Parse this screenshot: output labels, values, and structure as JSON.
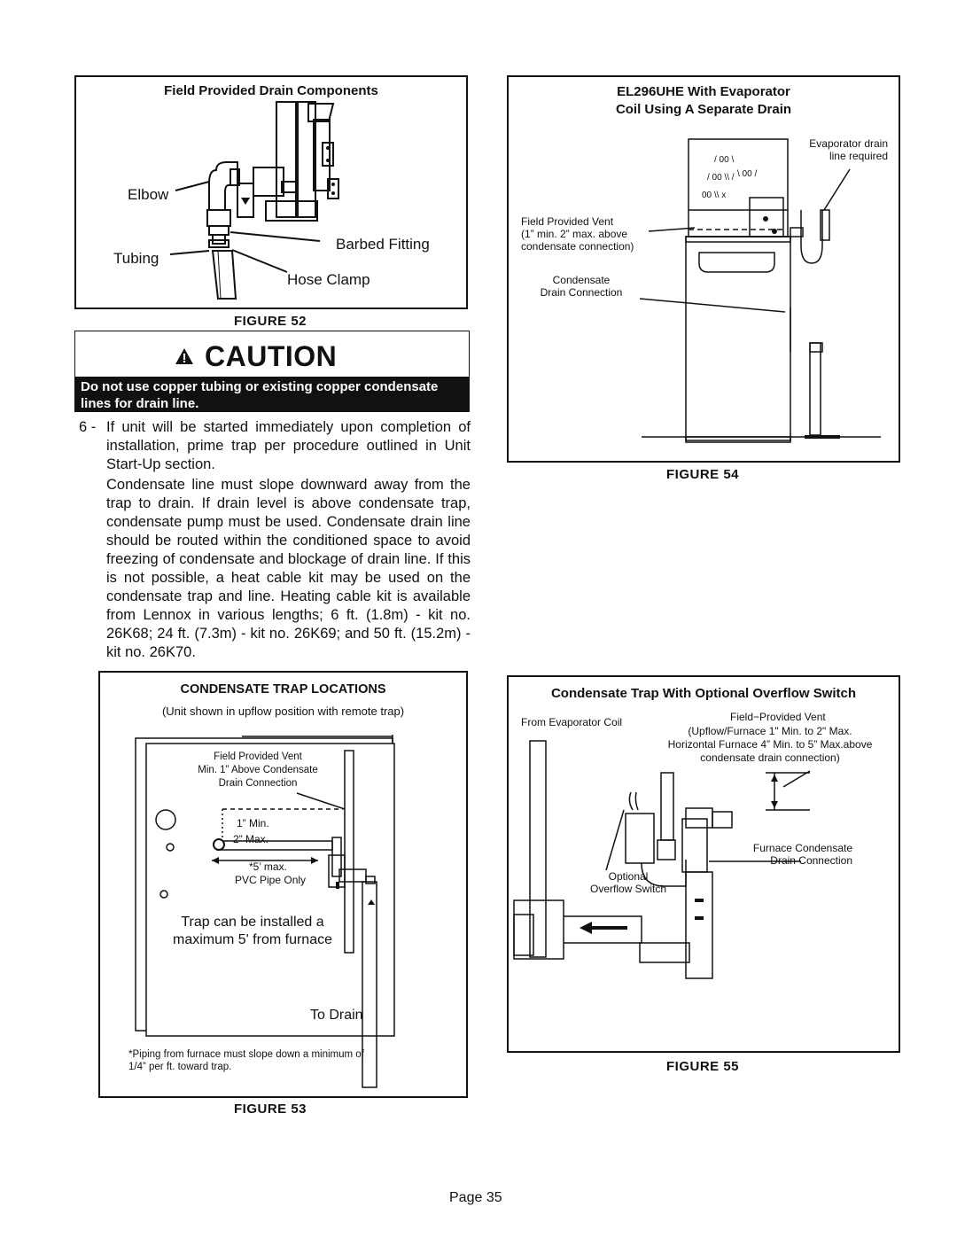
{
  "fig52": {
    "title": "Field Provided Drain Components",
    "labels": {
      "elbow": "Elbow",
      "barbed_fitting": "Barbed Fitting",
      "tubing": "Tubing",
      "hose_clamp": "Hose Clamp"
    },
    "caption": "FIGURE 52"
  },
  "caution": {
    "heading": "CAUTION",
    "message": "Do not use copper tubing or existing copper condensate lines for drain line."
  },
  "step6": {
    "number": "6 -",
    "text": "If unit will be started immediately upon completion of installation, prime trap per procedure outlined in Unit Start-Up section.",
    "paragraph": "Condensate line must slope downward away from the trap to drain. If drain level is above condensate trap, condensate pump must be used. Condensate drain line should be routed within the conditioned space to avoid freezing of condensate and blockage of drain line. If this is not possible, a heat cable kit may be used on the condensate trap and line. Heating cable kit is available from Lennox in various lengths; 6 ft. (1.8m) - kit no. 26K68; 24 ft. (7.3m) - kit no. 26K69; and 50 ft. (15.2m) - kit no. 26K70."
  },
  "fig53": {
    "title": "CONDENSATE TRAP LOCATIONS",
    "subtitle": "(Unit shown in upflow position with remote trap)",
    "labels": {
      "vent": "Field Provided Vent\nMin. 1” Above Condensate\nDrain Connection",
      "min": "1” Min.",
      "max": "2” Max.",
      "five_max": "*5’ max.",
      "pvc": "PVC Pipe Only",
      "trap_note": "Trap can be installed a\nmaximum 5' from furnace",
      "to_drain": "To Drain",
      "footnote": "*Piping from furnace must slope down a minimum of\n1/4” per ft. toward trap."
    },
    "caption": "FIGURE 53"
  },
  "fig54": {
    "title": "EL296UHE With Evaporator\nCoil Using A Separate Drain",
    "labels": {
      "evap_drain": "Evaporator drain\nline required",
      "vent": "Field Provided Vent\n(1” min. 2” max. above\ncondensate connection)",
      "condensate": "Condensate\nDrain Connection"
    },
    "caption": "FIGURE 54"
  },
  "fig55": {
    "title": "Condensate Trap With Optional Overflow Switch",
    "labels": {
      "from_evap": "From Evaporator Coil",
      "vent": "Field−Provided Vent",
      "vent_detail": "(Upflow/Furnace 1\" Min. to 2\" Max.\nHorizontal  Furnace 4” Min. to 5” Max.above\ncondensate drain connection)",
      "furnace_cond": "Furnace Condensate\nDrain Connection",
      "optional": "Optional\nOverflow Switch"
    },
    "caption": "FIGURE 55"
  },
  "footer": {
    "page": "Page 35"
  }
}
